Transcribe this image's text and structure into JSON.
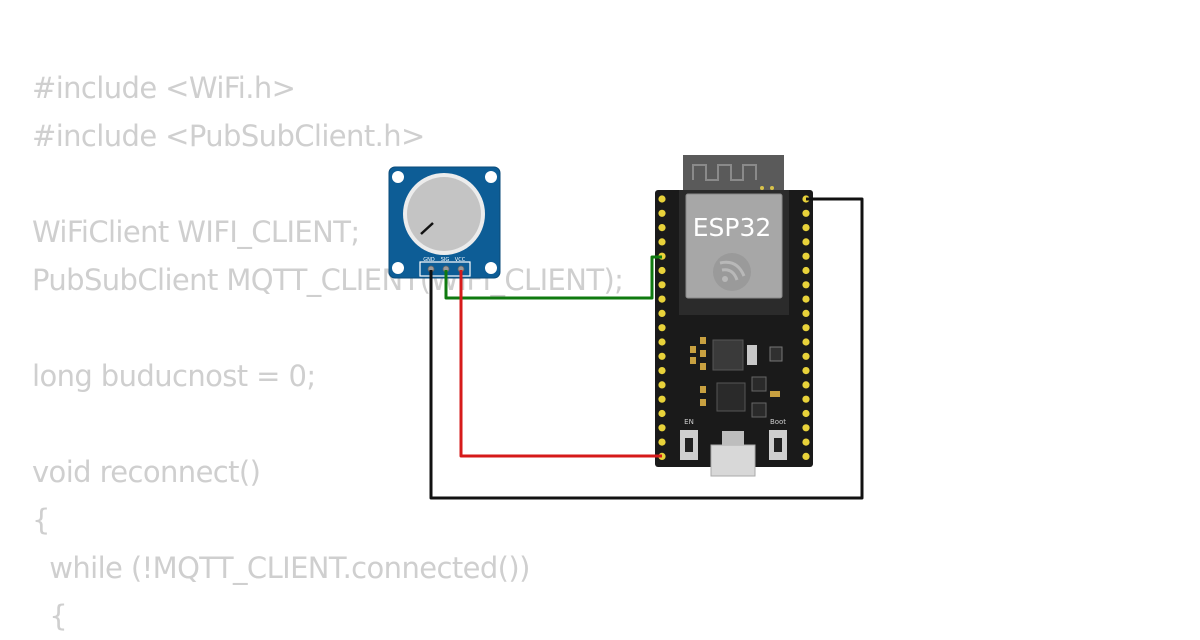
{
  "code_lines": [
    "#include <WiFi.h>",
    "#include <PubSubClient.h>",
    "",
    "WiFiClient WIFI_CLIENT;",
    "PubSubClient MQTT_CLIENT(WIFI_CLIENT);",
    "",
    "long buducnost = 0;",
    "",
    "void reconnect()",
    "{",
    "  while (!MQTT_CLIENT.connected())",
    "  {"
  ],
  "potentiometer": {
    "pin_gnd": "GND",
    "pin_sig": "SIG",
    "pin_vcc": "VCC",
    "icon": "rotary-potentiometer-icon"
  },
  "esp32": {
    "label": "ESP32",
    "button_en": "EN",
    "button_boot": "Boot",
    "icon": "espressif-logo-icon"
  },
  "wires": {
    "signal_color": "#0f7a0f",
    "power_color": "#d61a1a",
    "ground_color": "#111111"
  },
  "colors": {
    "code_text": "#cfcfcf",
    "pot_board": "#0d5d96",
    "esp_board": "#1a1a1a"
  }
}
